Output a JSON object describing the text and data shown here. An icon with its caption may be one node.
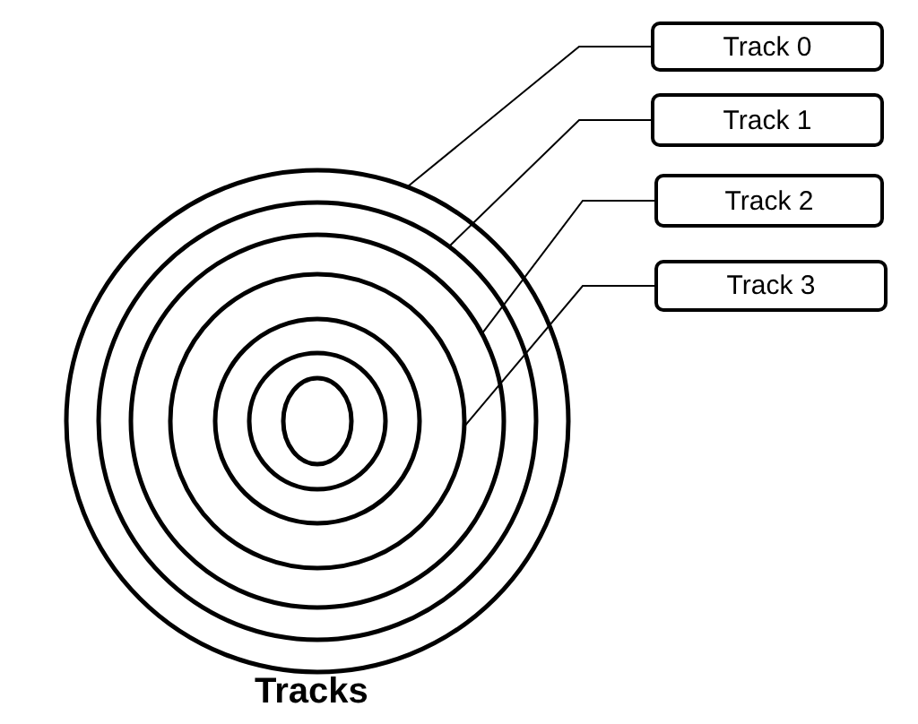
{
  "diagram": {
    "caption": "Tracks",
    "nodes": [
      {
        "text": [
          "Track 0"
        ]
      },
      {
        "text": [
          "Track 1"
        ]
      },
      {
        "text": [
          "Track 2"
        ]
      },
      {
        "text": [
          "Track 3"
        ]
      },
      {
        "text": [],
        "shape": "circle"
      },
      {
        "text": [],
        "shape": "circle",
        "in": 4
      },
      {
        "text": [],
        "shape": "circle",
        "in": 5
      },
      {
        "text": [],
        "shape": "circle",
        "in": 6
      }
    ],
    "edges": [
      {
        "from": 0,
        "to": 4,
        "arrow": "none"
      },
      {
        "from": 1,
        "to": 5,
        "arrow": "none"
      },
      {
        "from": 2,
        "to": 6,
        "arrow": "none"
      },
      {
        "from": 3,
        "to": 7,
        "arrow": "none"
      }
    ]
  }
}
